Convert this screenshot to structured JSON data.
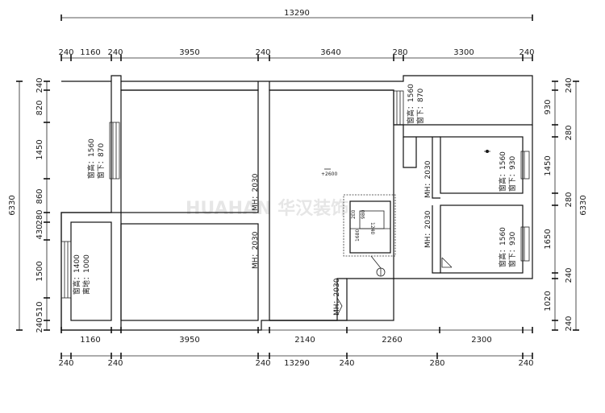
{
  "dimensions": {
    "top_total": "13290",
    "top": [
      "240",
      "1160",
      "240",
      "3950",
      "240",
      "3640",
      "280",
      "3300",
      "240"
    ],
    "bottom": [
      "1160",
      "3950",
      "2140",
      "2260",
      "2300"
    ],
    "bottom_lower": [
      "240",
      "240",
      "240",
      "240",
      "280",
      "240"
    ],
    "bottom_total": "13290",
    "left": [
      "240",
      "820",
      "1450",
      "860",
      "280",
      "430",
      "1500",
      "510",
      "240"
    ],
    "left_total": "6330",
    "right": [
      "240",
      "930",
      "280",
      "1450",
      "280",
      "1650",
      "240",
      "1020",
      "240"
    ],
    "right_total": "6330"
  },
  "window_labels": [
    {
      "height": "窗高：1560",
      "sill": "窗下：870"
    },
    {
      "height": "窗高：1560",
      "sill": "窗下：870"
    },
    {
      "height": "窗高：1560",
      "sill": "窗下：930"
    },
    {
      "height": "窗高：1560",
      "sill": "窗下：930"
    },
    {
      "height": "窗高：1400",
      "sill": "离地：1000"
    }
  ],
  "door_labels": [
    "MH：2030",
    "MH：2030",
    "MH：2030",
    "MH：2030",
    "MH：2030"
  ],
  "stair_labels": {
    "a": "1680",
    "b": "1240",
    "c": "2E0",
    "d": "980"
  },
  "level_mark": "+2600",
  "watermark": "HUAHAN 华汉装饰"
}
